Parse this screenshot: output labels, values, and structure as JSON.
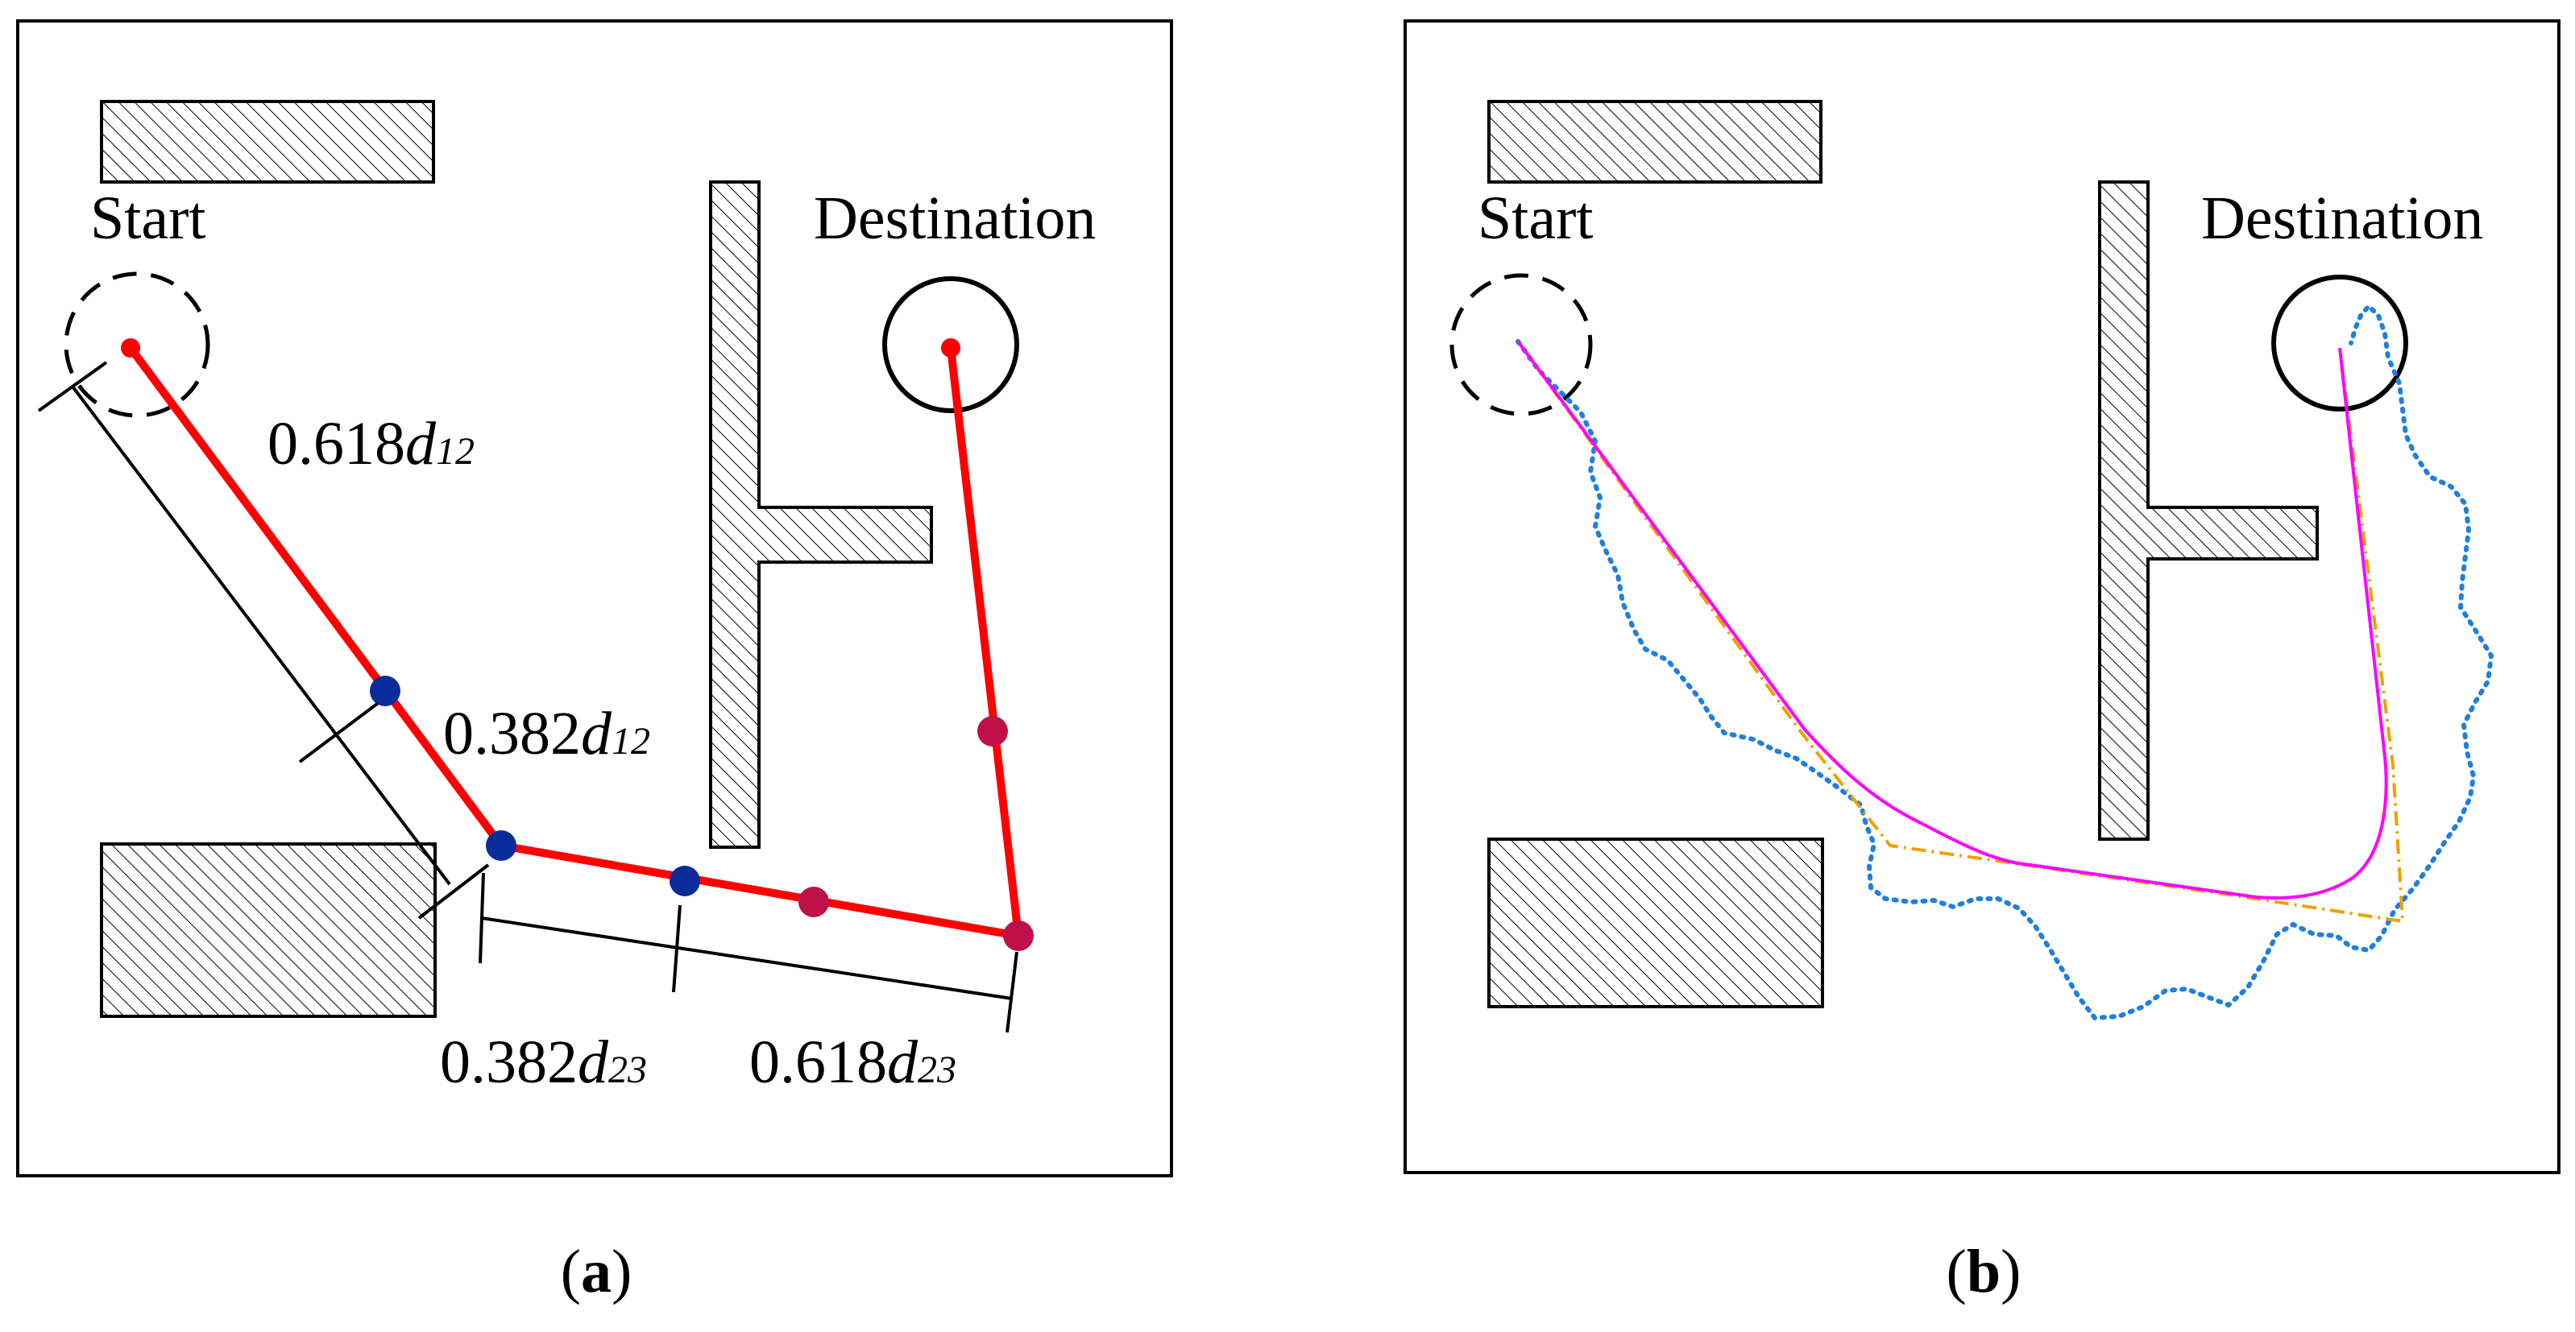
{
  "panel_a": {
    "start_label": "Start",
    "destination_label": "Destination",
    "dim_618_d12_coef": "0.618",
    "dim_618_d12_var": "d",
    "dim_618_d12_sub": "12",
    "dim_382_d12_coef": "0.382",
    "dim_382_d12_var": "d",
    "dim_382_d12_sub": "12",
    "dim_382_d23_coef": "0.382",
    "dim_382_d23_var": "d",
    "dim_382_d23_sub": "23",
    "dim_618_d23_coef": "0.618",
    "dim_618_d23_var": "d",
    "dim_618_d23_sub": "23",
    "caption_open": "(",
    "caption_letter": "a",
    "caption_close": ")"
  },
  "panel_b": {
    "start_label": "Start",
    "destination_label": "Destination",
    "caption_open": "(",
    "caption_letter": "b",
    "caption_close": ")"
  },
  "colors": {
    "path_red": "#ff0000",
    "point_blue": "#0a2c9a",
    "point_crimson": "#c0104a",
    "smooth_magenta": "#ff00ff",
    "dashdot_orange": "#f0a000",
    "dotted_blue": "#1f7fe0"
  }
}
